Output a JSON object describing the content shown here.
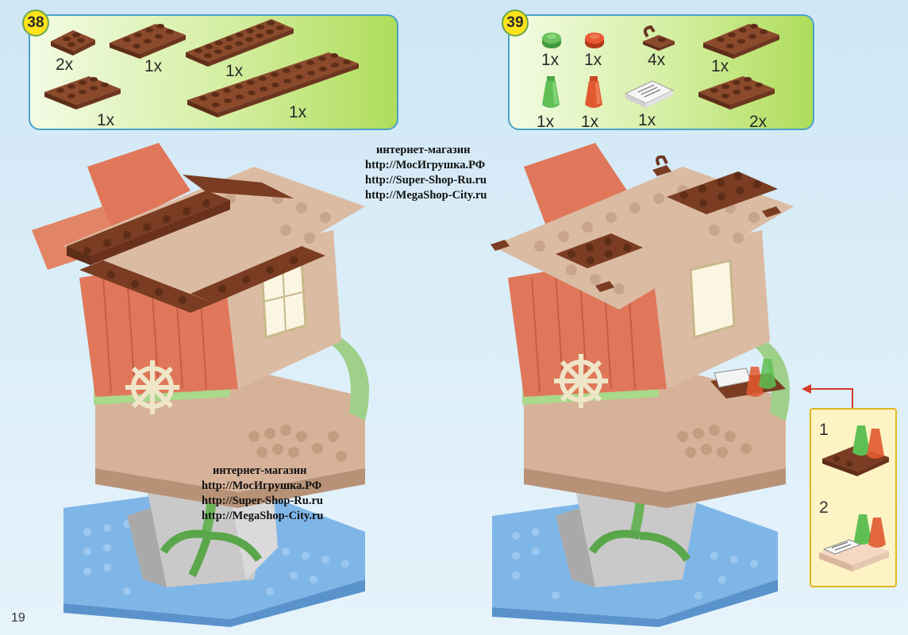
{
  "page_number": "19",
  "step38": {
    "number": "38",
    "parts": [
      {
        "qty": "2x",
        "part": "brown plate 2x2"
      },
      {
        "qty": "1x",
        "part": "brown plate 2x4"
      },
      {
        "qty": "1x",
        "part": "brown plate 2x8"
      },
      {
        "qty": "1x",
        "part": "brown plate 2x4"
      },
      {
        "qty": "1x",
        "part": "brown plate 2x12"
      }
    ]
  },
  "step39": {
    "number": "39",
    "parts": [
      {
        "qty": "1x",
        "part": "green round tile"
      },
      {
        "qty": "1x",
        "part": "red round tile"
      },
      {
        "qty": "4x",
        "part": "brown clip plate"
      },
      {
        "qty": "1x",
        "part": "brown plate 2x4"
      },
      {
        "qty": "1x",
        "part": "green bottle"
      },
      {
        "qty": "1x",
        "part": "red bottle"
      },
      {
        "qty": "1x",
        "part": "white printed tile"
      },
      {
        "qty": "2x",
        "part": "brown plate 2x4"
      }
    ],
    "subassembly": {
      "step1": "1",
      "step2": "2"
    }
  },
  "watermark": {
    "line1": "интернет-магазин",
    "line2": "http://МосИгрушка.РФ",
    "line3": "http://Super-Shop-Ru.ru",
    "line4": "http://MegaShop-City.ru"
  },
  "colors": {
    "brown": "#7a3c22",
    "salmon": "#e0775a",
    "tan": "#d8b59a",
    "grey": "#c4c4c4",
    "green": "#a9d98a",
    "water": "#7fb6e8",
    "accent_yellow": "#ffe21a"
  }
}
